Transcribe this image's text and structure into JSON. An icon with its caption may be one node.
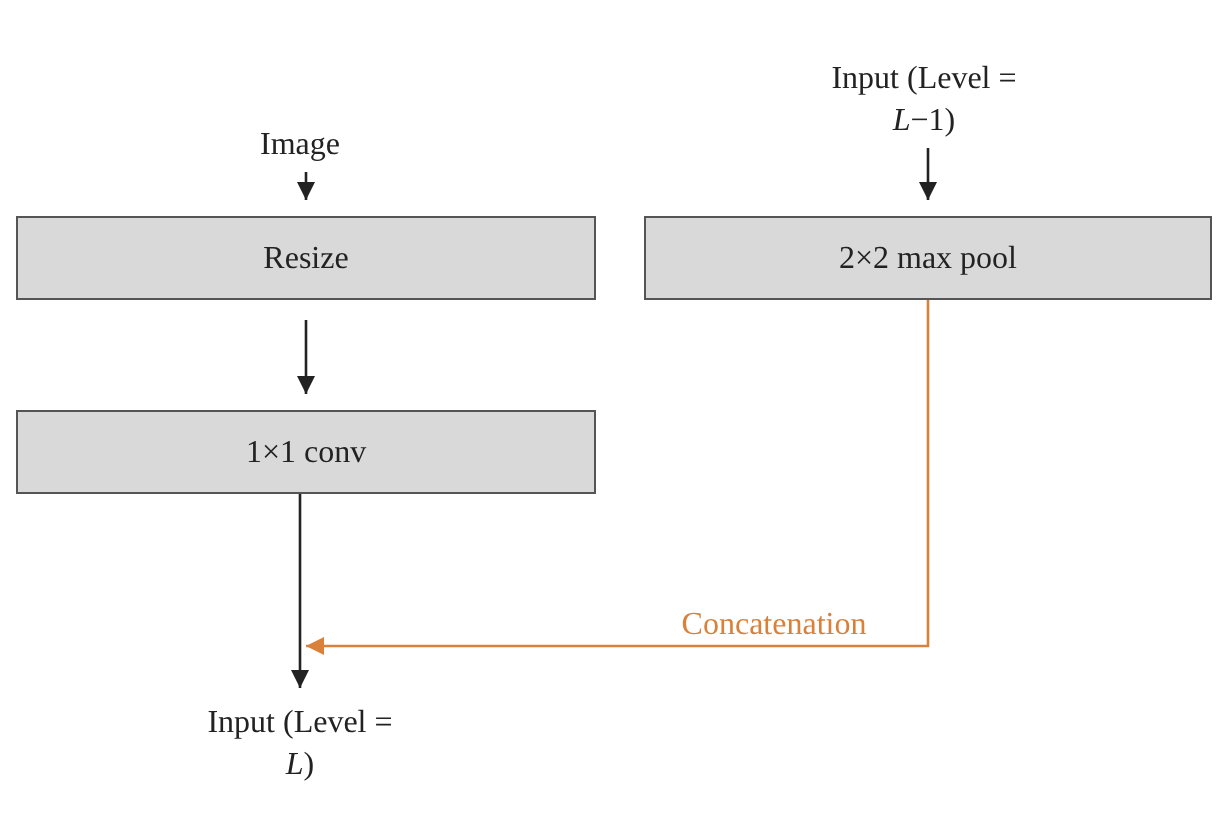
{
  "diagram": {
    "nodes": [
      {
        "text": [
          "Image"
        ]
      },
      {
        "text": [
          "Input (Level = *L*−1)"
        ]
      },
      {
        "text": [
          "Resize"
        ]
      },
      {
        "text": [
          "2×2 max pool"
        ]
      },
      {
        "text": [
          "1×1 conv"
        ]
      },
      {
        "text": [
          "Input (Level = *L*)"
        ]
      }
    ],
    "edges": [
      {
        "from": 0,
        "to": 2,
        "arrow": "to"
      },
      {
        "from": 1,
        "to": 3,
        "arrow": "to"
      },
      {
        "from": 2,
        "to": 4,
        "arrow": "to"
      },
      {
        "from": 4,
        "to": 5,
        "arrow": "to"
      },
      {
        "from": 3,
        "to": 5,
        "arrow": "to",
        "label": "Concatenation",
        "color": "#d9813a"
      }
    ]
  }
}
